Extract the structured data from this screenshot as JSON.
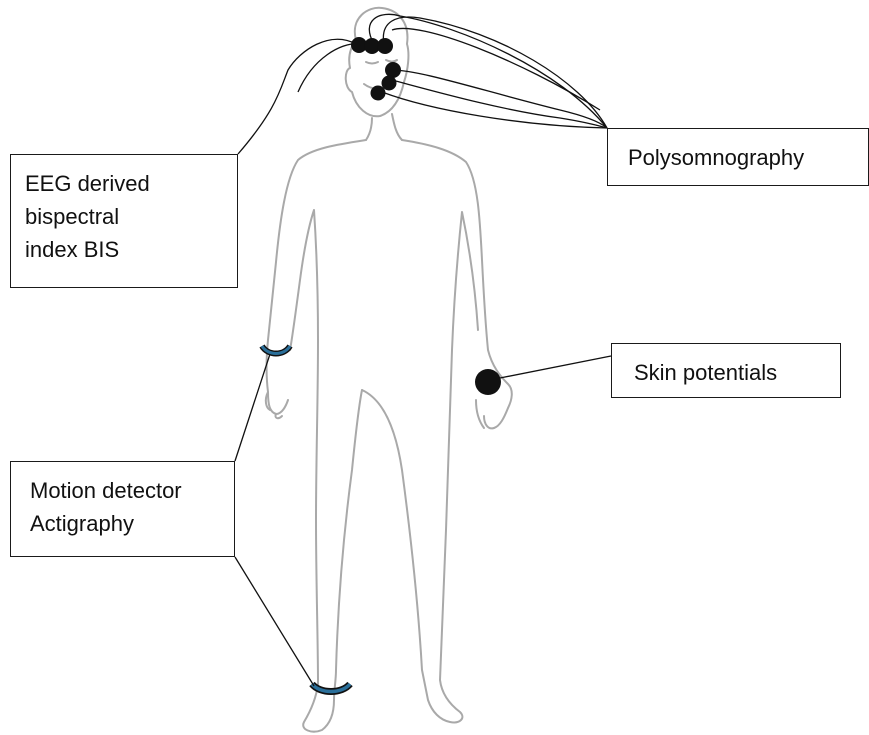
{
  "labels": {
    "eeg": [
      "EEG derived",
      "bispectral",
      "index BIS"
    ],
    "polysomnography": [
      "Polysomnography"
    ],
    "skin": [
      "Skin potentials"
    ],
    "motion": [
      "Motion detector",
      "Actigraphy"
    ]
  },
  "colors": {
    "body_outline": "#a9a9a9",
    "lead_wire": "#111111",
    "electrode": "#111111",
    "actigraphy_band": "#2a6f9a"
  },
  "icons": {
    "electrode": "filled-circle",
    "actigraph": "wrist-band"
  }
}
